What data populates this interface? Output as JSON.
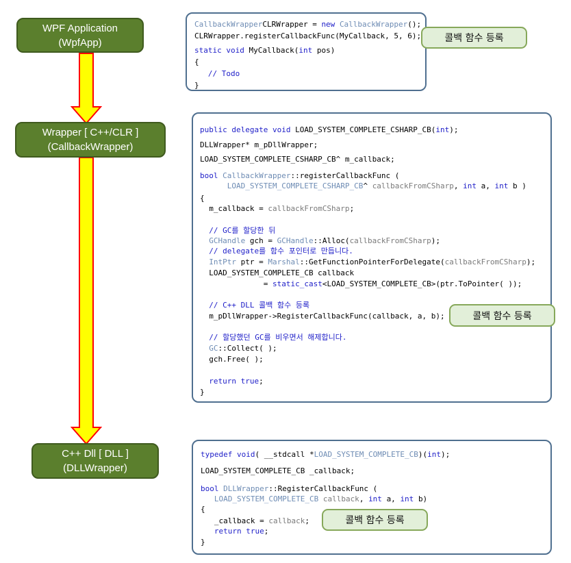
{
  "nodes": {
    "wpf": {
      "line1": "WPF Application",
      "line2": "(WpfApp)"
    },
    "wrapper": {
      "line1": "Wrapper [ C++/CLR ]",
      "line2": "(CallbackWrapper)"
    },
    "dll": {
      "line1": "C++ Dll [ DLL ]",
      "line2": "(DLLWrapper)"
    }
  },
  "callout_label": "콜백 함수 등록",
  "colors": {
    "node_fill": "#5b7f2d",
    "arrow_fill": "#ffff00",
    "arrow_stroke": "#ff0000",
    "box_border": "#4f6f8f",
    "callout_fill": "#e2efd9",
    "keyword": "#1e1ec8",
    "type": "#6e8cb4"
  },
  "code": {
    "box1": [
      [
        [
          "ty",
          "CallbackWrapper"
        ],
        [
          "",
          "CLRWrapper = "
        ],
        [
          "kw",
          "new "
        ],
        [
          "ty",
          "CallbackWrapper"
        ],
        [
          "",
          "();"
        ]
      ],
      [
        [
          "",
          "CLRWrapper.registerCallbackFunc(MyCallback, 5, 6);"
        ]
      ],
      [
        [
          "kw",
          "static void "
        ],
        [
          "",
          "MyCallback("
        ],
        [
          "kw",
          "int "
        ],
        [
          "",
          "pos)"
        ]
      ],
      [
        [
          "",
          "{"
        ]
      ],
      [
        [
          "",
          "   "
        ],
        [
          "cm",
          "// Todo"
        ]
      ],
      [
        [
          "",
          "}"
        ]
      ]
    ],
    "box2": [
      [
        [
          "kw",
          "public delegate void "
        ],
        [
          "",
          "LOAD_SYSTEM_COMPLETE_CSHARP_CB("
        ],
        [
          "kw",
          "int"
        ],
        [
          "",
          ");"
        ]
      ],
      [
        [
          "",
          "DLLWrapper* m_pDllWrapper;"
        ]
      ],
      [
        [
          "",
          "LOAD_SYSTEM_COMPLETE_CSHARP_CB^ m_callback;"
        ]
      ],
      [
        [
          "kw",
          "bool "
        ],
        [
          "ty",
          "CallbackWrapper"
        ],
        [
          "",
          "::registerCallbackFunc ("
        ]
      ],
      [
        [
          "",
          "      "
        ],
        [
          "ty",
          "LOAD_SYSTEM_COMPLETE_CSHARP_CB"
        ],
        [
          "",
          "^ "
        ],
        [
          "gray",
          "callbackFromCSharp"
        ],
        [
          "",
          ", "
        ],
        [
          "kw",
          "int "
        ],
        [
          "",
          "a, "
        ],
        [
          "kw",
          "int "
        ],
        [
          "",
          "b )"
        ]
      ],
      [
        [
          "",
          "{"
        ]
      ],
      [
        [
          "",
          "  m_callback = "
        ],
        [
          "gray",
          "callbackFromCSharp"
        ],
        [
          "",
          ";"
        ]
      ],
      [
        [
          "",
          "  "
        ],
        [
          "cm",
          "// GC를 할당한 뒤"
        ]
      ],
      [
        [
          "",
          "  "
        ],
        [
          "ty",
          "GCHandle"
        ],
        [
          "",
          " gch = "
        ],
        [
          "ty",
          "GCHandle"
        ],
        [
          "",
          "::Alloc("
        ],
        [
          "gray",
          "callbackFromCSharp"
        ],
        [
          "",
          ");"
        ]
      ],
      [
        [
          "",
          "  "
        ],
        [
          "cm",
          "// delegate를 함수 포인터로 만듭니다."
        ]
      ],
      [
        [
          "",
          "  "
        ],
        [
          "ty",
          "IntPtr"
        ],
        [
          "",
          " ptr = "
        ],
        [
          "ty",
          "Marshal"
        ],
        [
          "",
          "::GetFunctionPointerForDelegate("
        ],
        [
          "gray",
          "callbackFromCSharp"
        ],
        [
          "",
          ");"
        ]
      ],
      [
        [
          "",
          "  LOAD_SYSTEM_COMPLETE_CB callback"
        ]
      ],
      [
        [
          "",
          "              = "
        ],
        [
          "kw",
          "static_cast"
        ],
        [
          "",
          "<LOAD_SYSTEM_COMPLETE_CB>(ptr.ToPointer( ));"
        ]
      ],
      [
        [
          "",
          "  "
        ],
        [
          "cm",
          "// C++ DLL 콜백 함수 등록"
        ]
      ],
      [
        [
          "",
          "  m_pDllWrapper->RegisterCallbackFunc(callback, a, b);"
        ]
      ],
      [
        [
          "",
          "  "
        ],
        [
          "cm",
          "// 할당했던 GC를 비우면서 해제합니다."
        ]
      ],
      [
        [
          "",
          "  "
        ],
        [
          "ty",
          "GC"
        ],
        [
          "",
          "::Collect( );"
        ]
      ],
      [
        [
          "",
          "  gch.Free( );"
        ]
      ],
      [
        [
          "",
          "  "
        ],
        [
          "kw",
          "return true"
        ],
        [
          "",
          ";"
        ]
      ],
      [
        [
          "",
          "}"
        ]
      ]
    ],
    "box3": [
      [
        [
          "kw",
          "typedef void"
        ],
        [
          "",
          "( __stdcall *"
        ],
        [
          "ty",
          "LOAD_SYSTEM_COMPLETE_CB"
        ],
        [
          "",
          ")("
        ],
        [
          "kw",
          "int"
        ],
        [
          "",
          ");"
        ]
      ],
      [
        [
          "",
          "LOAD_SYSTEM_COMPLETE_CB _callback;"
        ]
      ],
      [
        [
          "kw",
          "bool "
        ],
        [
          "ty",
          "DLLWrapper"
        ],
        [
          "",
          "::RegisterCallbackFunc ("
        ]
      ],
      [
        [
          "",
          "   "
        ],
        [
          "ty",
          "LOAD_SYSTEM_COMPLETE_CB"
        ],
        [
          "",
          " "
        ],
        [
          "gray",
          "callback"
        ],
        [
          "",
          ", "
        ],
        [
          "kw",
          "int "
        ],
        [
          "",
          "a, "
        ],
        [
          "kw",
          "int "
        ],
        [
          "",
          "b)"
        ]
      ],
      [
        [
          "",
          "{"
        ]
      ],
      [
        [
          "",
          "   _callback = "
        ],
        [
          "gray",
          "callback"
        ],
        [
          "",
          ";"
        ]
      ],
      [
        [
          "",
          "   "
        ],
        [
          "kw",
          "return true"
        ],
        [
          "",
          ";"
        ]
      ],
      [
        [
          "",
          "}"
        ]
      ]
    ]
  }
}
